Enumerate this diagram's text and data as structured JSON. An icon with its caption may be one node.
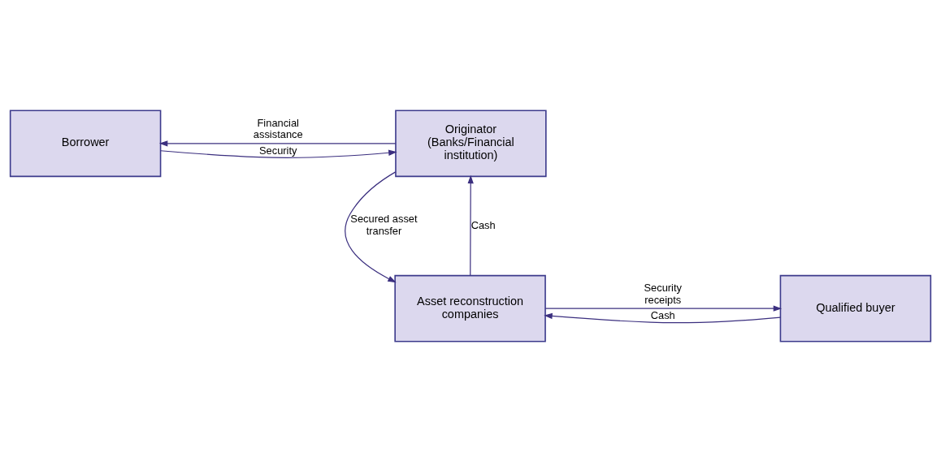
{
  "diagram": {
    "nodes": [
      {
        "text": [
          "Borrower"
        ]
      },
      {
        "text": [
          "Originator (Banks/Financial institution)"
        ]
      },
      {
        "text": [
          "Qualified buyer"
        ]
      },
      {
        "text": [
          "Asset reconstruction companies"
        ]
      }
    ],
    "edges": [
      {
        "from": 0,
        "to": 1,
        "arrow": "to",
        "label": "Security"
      },
      {
        "from": 1,
        "to": 0,
        "arrow": "to",
        "label": "Financial assistance"
      },
      {
        "from": 1,
        "to": 3,
        "arrow": "to",
        "label": "Secured asset transfer"
      },
      {
        "from": 3,
        "to": 1,
        "arrow": "to",
        "label": "Cash"
      },
      {
        "from": 2,
        "to": 3,
        "arrow": "to",
        "label": "Cash"
      },
      {
        "from": 3,
        "to": 2,
        "arrow": "to",
        "label": "Security receipts"
      }
    ]
  }
}
